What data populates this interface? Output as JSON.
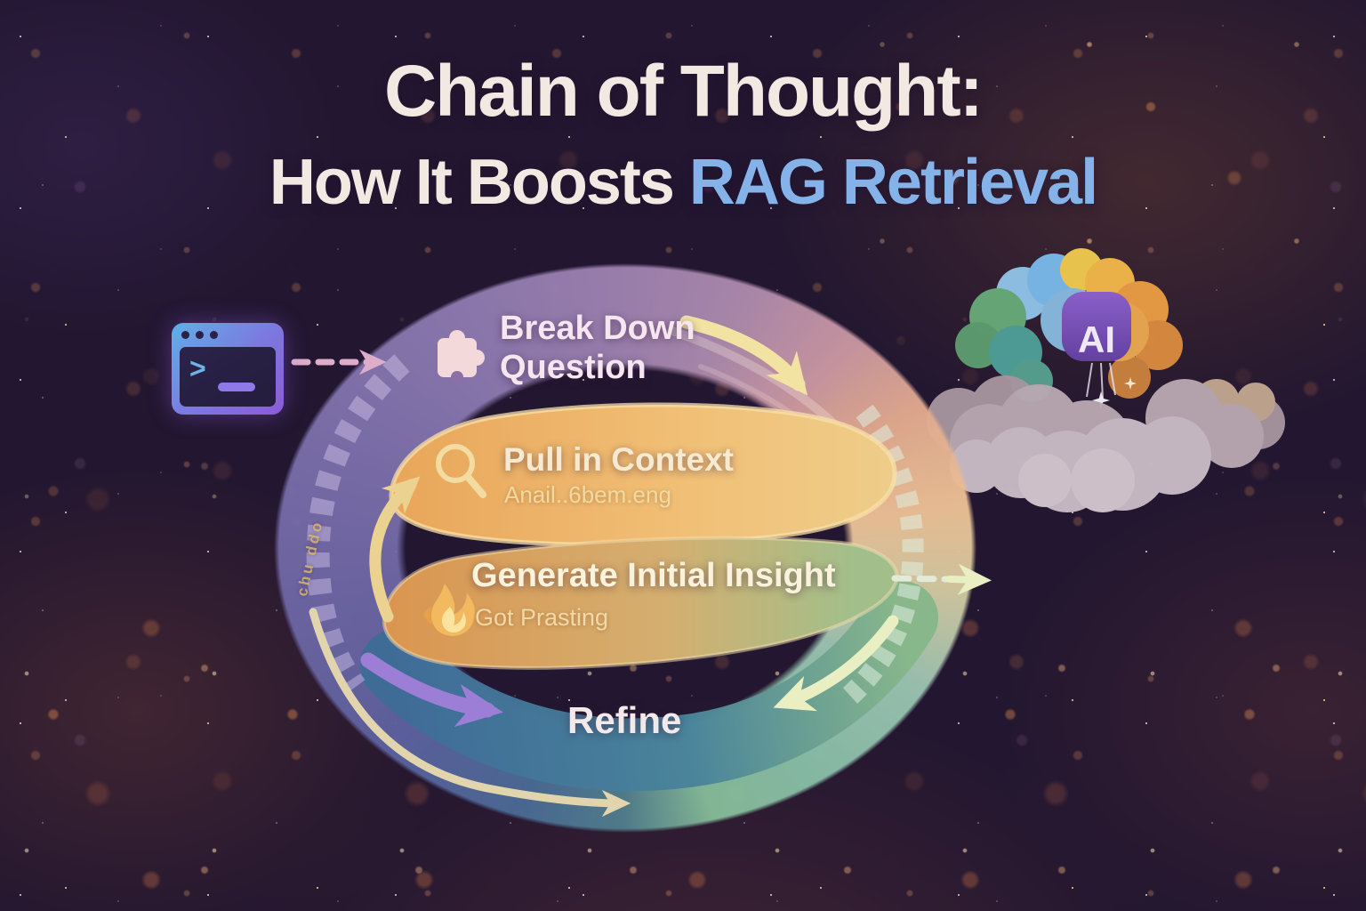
{
  "title": {
    "line1": "Chain of Thought:",
    "line2_prefix": "How It Boosts",
    "line2_highlight": "RAG Retrieval"
  },
  "terminal": {
    "prompt": ">"
  },
  "flow": {
    "steps": [
      {
        "label": "Break Down Question",
        "icon": "puzzle-icon"
      },
      {
        "label": "Pull in Context",
        "subtitle": "Anail..6bem.eng",
        "icon": "magnifier-icon"
      },
      {
        "label": "Generate Initial Insight",
        "subtitle": "Got Prasting",
        "icon": "flame-icon"
      },
      {
        "label": "Refine"
      }
    ],
    "decorative_band_text": "chu ddo"
  },
  "ai_cloud": {
    "badge": "AI"
  },
  "palette": {
    "background": "#221630",
    "title_text": "#f2e9e2",
    "title_highlight": "#85b2e8",
    "ring_purple": "#8a77ad",
    "ring_peach": "#e8b88e",
    "ring_teal": "#8fbcab",
    "ring_green": "#85ba97",
    "ring_blue": "#4c7795",
    "blob_orange": "#eeb469",
    "blob_green": "#a2bf8b",
    "refine_blue": "#3e6c97",
    "arrow_yellow": "#f2e3a2",
    "arrow_purple": "#9d7ed6",
    "arrow_pink": "#dcaec9",
    "badge_purple": "#7a4fb5"
  }
}
